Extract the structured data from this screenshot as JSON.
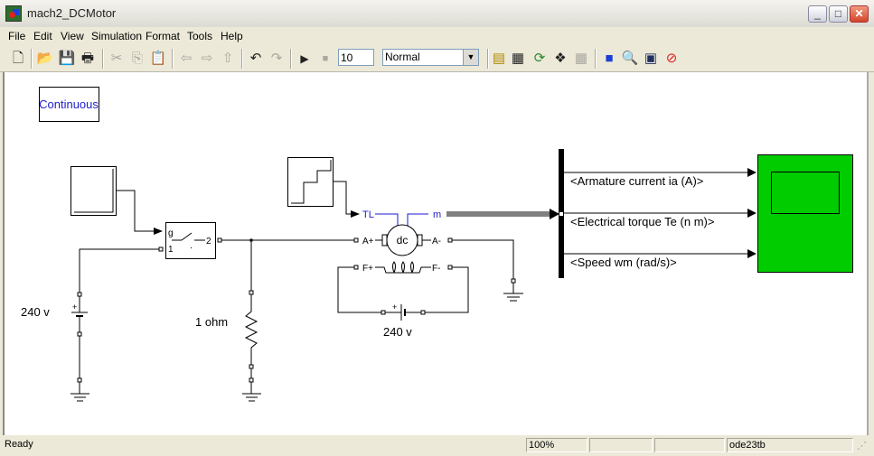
{
  "window": {
    "title": "mach2_DCMotor",
    "controls": {
      "minimize": "_",
      "maximize": "□",
      "close": "✕"
    }
  },
  "menubar": [
    "File",
    "Edit",
    "View",
    "Simulation",
    "Format",
    "Tools",
    "Help"
  ],
  "toolbar": {
    "icons": [
      "new-icon",
      "open-icon",
      "save-icon",
      "print-icon",
      "cut-icon",
      "copy-icon",
      "paste-icon",
      "back-icon",
      "forward-icon",
      "up-icon",
      "undo-icon",
      "redo-icon",
      "play-icon",
      "stop-icon"
    ],
    "stop_time": "10",
    "sim_mode": "Normal",
    "right_icons": [
      "build-icon",
      "update-diagram-icon",
      "refresh-icon",
      "library-browser-icon",
      "model-explorer-icon",
      "debugger-icon",
      "find-icon",
      "model-browser-icon",
      "stop-profiler-icon"
    ]
  },
  "diagram": {
    "powergui_label": "Continuous",
    "switch_ports": {
      "g": "g",
      "in": "1",
      "out": "2"
    },
    "battery_left_label": "240 v",
    "resistor_label": "1 ohm",
    "motor": {
      "label": "dc",
      "tl": "TL",
      "m": "m",
      "a_plus": "A+",
      "a_minus": "A-",
      "f_plus": "F+",
      "f_minus": "F-"
    },
    "field_battery_label": "240 v",
    "signals": [
      "<Armature current ia (A)>",
      "<Electrical torque Te (n m)>",
      "<Speed wm (rad/s)>"
    ],
    "scope_color": "#00cc00",
    "signal_color": "#1a1acc"
  },
  "statusbar": {
    "status": "Ready",
    "zoom": "100%",
    "cell2": "",
    "cell3": "",
    "solver": "ode23tb"
  }
}
